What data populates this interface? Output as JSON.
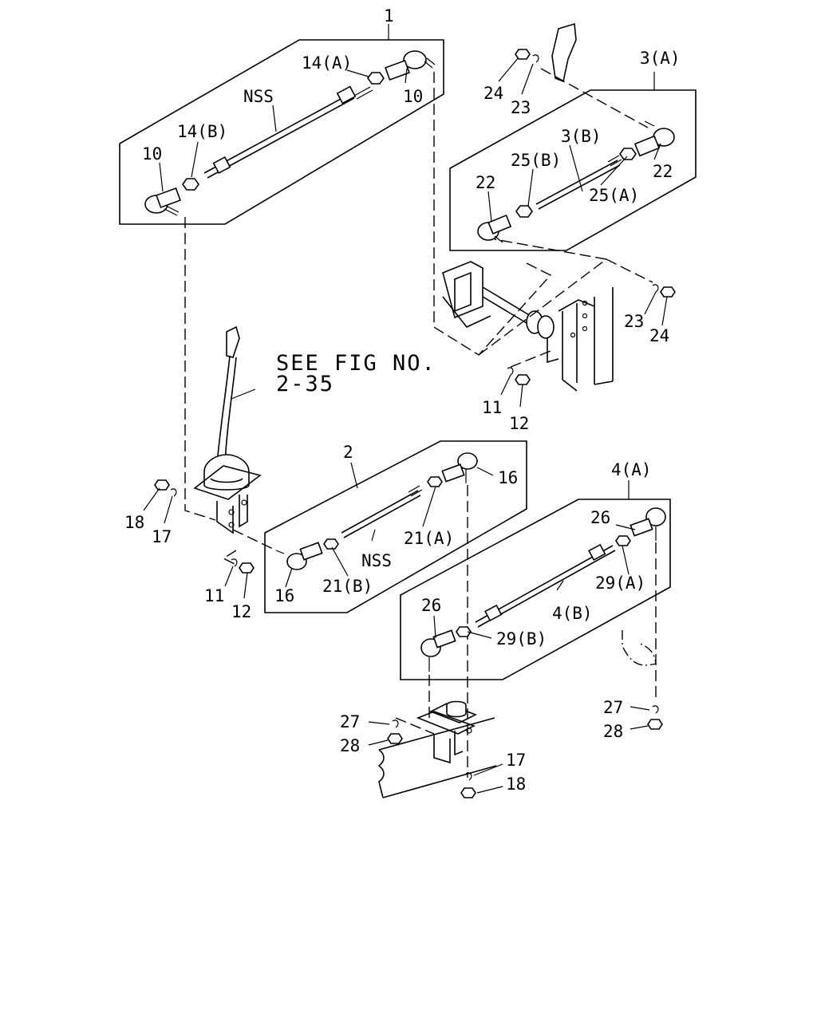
{
  "diagram": {
    "reference": {
      "line1": "SEE FIG NO.",
      "line2": "2-35"
    },
    "callouts": {
      "c1": "1",
      "c2": "2",
      "c3a": "3(A)",
      "c3b": "3(B)",
      "c4a": "4(A)",
      "c4b": "4(B)",
      "c10_left": "10",
      "c10_right": "10",
      "c11_top": "11",
      "c11_bot": "11",
      "c12_top": "12",
      "c12_bot": "12",
      "c14a": "14(A)",
      "c14b": "14(B)",
      "c16_left": "16",
      "c16_right": "16",
      "c17_left": "17",
      "c17_bot": "17",
      "c18_left": "18",
      "c18_bot": "18",
      "c21a": "21(A)",
      "c21b": "21(B)",
      "c22_left": "22",
      "c22_right": "22",
      "c23_top": "23",
      "c23_right": "23",
      "c24_top": "24",
      "c24_right": "24",
      "c25a": "25(A)",
      "c25b": "25(B)",
      "c26_left": "26",
      "c26_right": "26",
      "c27_left": "27",
      "c27_right": "27",
      "c28_left": "28",
      "c28_right": "28",
      "c29a": "29(A)",
      "c29b": "29(B)",
      "nss_top": "NSS",
      "nss_mid": "NSS"
    }
  }
}
